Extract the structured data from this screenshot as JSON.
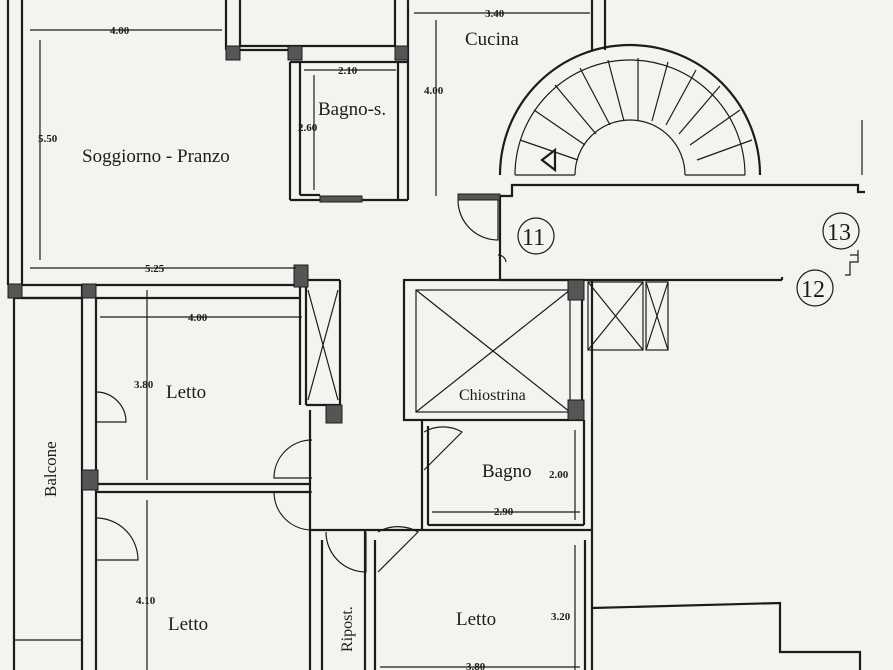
{
  "rooms": {
    "soggiorno": "Soggiorno - Pranzo",
    "cucina": "Cucina",
    "bagno_s": "Bagno-s.",
    "letto_1": "Letto",
    "letto_2": "Letto",
    "letto_3": "Letto",
    "chiostrina": "Chiostrina",
    "bagno": "Bagno",
    "balcone": "Balcone",
    "ripost": "Ripost."
  },
  "dimensions": {
    "soggiorno_width": "4.00",
    "soggiorno_height": "5.50",
    "cucina_width": "3.40",
    "cucina_height": "4.00",
    "bagno_s_width": "2.10",
    "bagno_s_height": "2.60",
    "corridor_width": "5.25",
    "letto1_width": "4.00",
    "letto1_height": "3.80",
    "letto2_height": "4.10",
    "bagno_width": "2.90",
    "bagno_height": "2.00",
    "letto3_height": "3.20",
    "letto3_width": "3.80"
  },
  "markers": {
    "m11": "11",
    "m12": "12",
    "m13": "13"
  }
}
